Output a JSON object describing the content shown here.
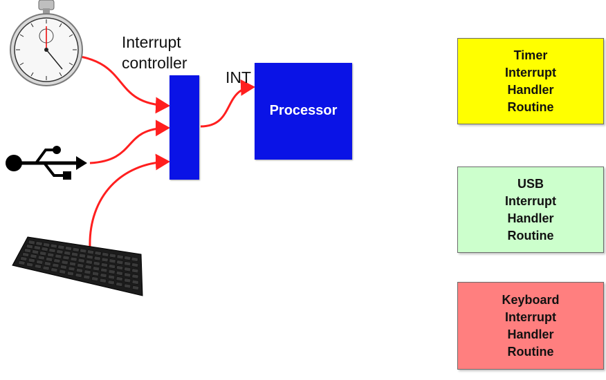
{
  "labels": {
    "controller_line1": "Interrupt",
    "controller_line2": "controller",
    "int": "INT",
    "processor": "Processor"
  },
  "handlers": [
    {
      "lines": [
        "Timer",
        "Interrupt",
        "Handler",
        "Routine"
      ],
      "color": "#ffff00"
    },
    {
      "lines": [
        "USB",
        "Interrupt",
        "Handler",
        "Routine"
      ],
      "color": "#ccffcc"
    },
    {
      "lines": [
        "Keyboard",
        "Interrupt",
        "Handler",
        "Routine"
      ],
      "color": "#ff7f7f"
    }
  ],
  "colors": {
    "block_blue": "#0a13e6",
    "arrow_red": "#ff1f1f"
  },
  "icons": [
    "stopwatch-icon",
    "usb-icon",
    "keyboard-icon"
  ]
}
